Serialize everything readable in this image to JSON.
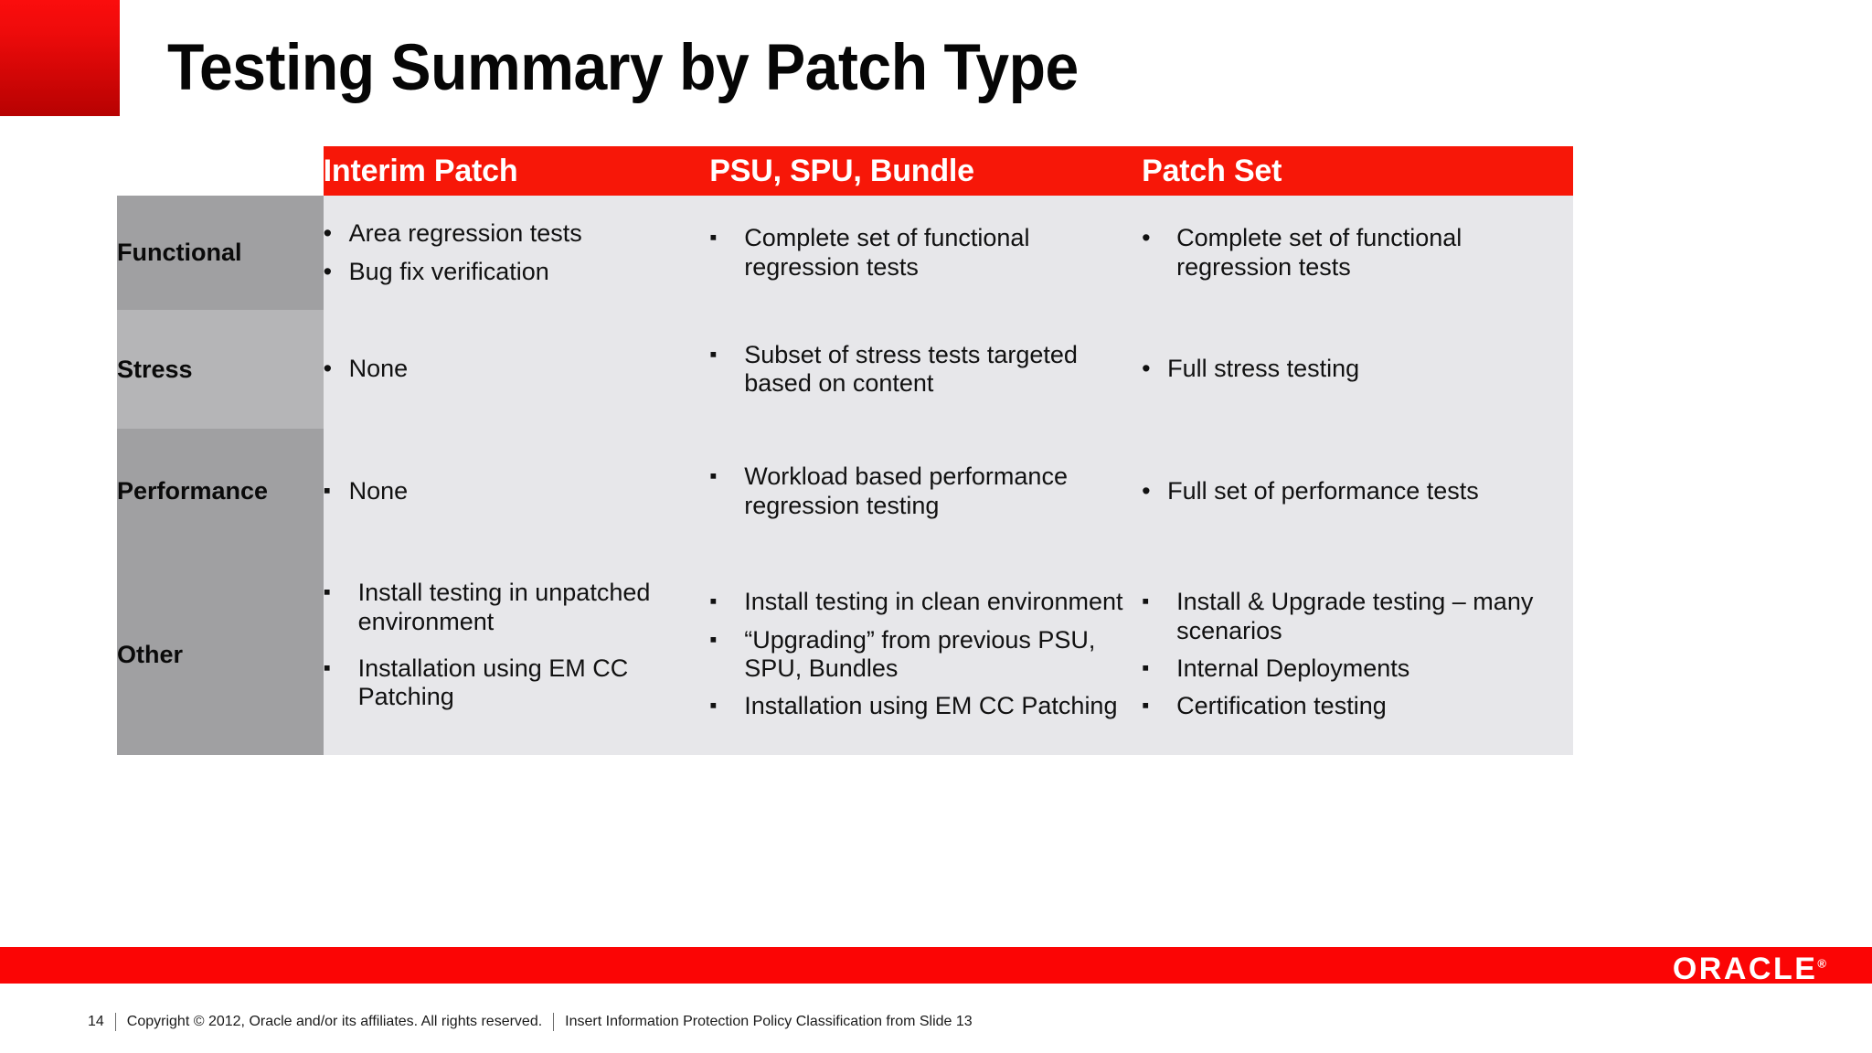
{
  "slide": {
    "title": "Testing Summary by Patch Type",
    "page_number": "14",
    "accent_red": "#f71708",
    "band_red": "#fb0505",
    "label_gray_dark": "#a0a0a2",
    "label_gray_light": "#b5b5b7",
    "cell_gray": "#e7e7ea"
  },
  "table": {
    "corner_header": "",
    "columns": [
      {
        "label": "Interim Patch"
      },
      {
        "label": "PSU, SPU, Bundle"
      },
      {
        "label": "Patch Set"
      }
    ],
    "rows": [
      {
        "label": "Functional",
        "cells": [
          {
            "bullet": "round",
            "items": [
              "Area regression tests",
              "Bug fix verification"
            ]
          },
          {
            "bullet": "square",
            "items": [
              "Complete set of functional regression tests"
            ]
          },
          {
            "bullet": "round",
            "items": [
              "Complete set of functional regression tests"
            ]
          }
        ]
      },
      {
        "label": "Stress",
        "cells": [
          {
            "bullet": "round",
            "items": [
              "None"
            ]
          },
          {
            "bullet": "square",
            "items": [
              "Subset of stress tests targeted based on content"
            ]
          },
          {
            "bullet": "round",
            "items": [
              "Full stress testing"
            ]
          }
        ]
      },
      {
        "label": "Performance",
        "cells": [
          {
            "bullet": "square",
            "items": [
              "None"
            ]
          },
          {
            "bullet": "square",
            "items": [
              "Workload based performance regression testing"
            ]
          },
          {
            "bullet": "round",
            "items": [
              "Full set of performance tests"
            ]
          }
        ]
      },
      {
        "label": "Other",
        "cells": [
          {
            "bullet": "square",
            "items": [
              "Install testing in unpatched environment",
              "Installation using EM CC Patching"
            ]
          },
          {
            "bullet": "square",
            "items": [
              "Install testing in clean environment",
              "“Upgrading” from previous PSU, SPU, Bundles",
              "Installation using EM CC Patching"
            ]
          },
          {
            "bullet": "square",
            "items": [
              "Install & Upgrade testing – many scenarios",
              "Internal Deployments",
              "Certification testing"
            ]
          }
        ]
      }
    ]
  },
  "brand": {
    "logo_text": "ORACLE",
    "logo_tm": "®"
  },
  "footer": {
    "page_number": "14",
    "copyright": "Copyright © 2012, Oracle and/or its affiliates. All rights reserved.",
    "classification": "Insert Information Protection Policy Classification from Slide 13"
  }
}
